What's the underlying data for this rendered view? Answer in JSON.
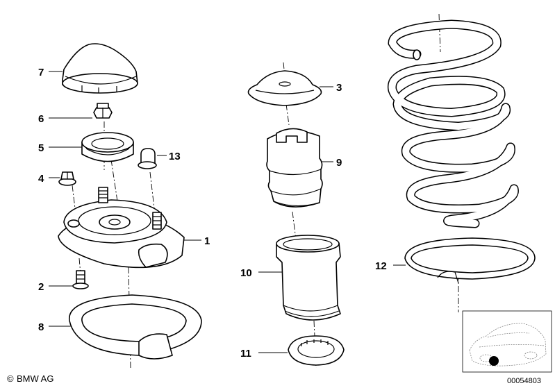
{
  "callouts": [
    "1",
    "2",
    "3",
    "4",
    "5",
    "6",
    "7",
    "8",
    "9",
    "10",
    "11",
    "12",
    "13"
  ],
  "copyright": "BMW AG",
  "copyright_symbol": "©",
  "reference_number": "00054803"
}
